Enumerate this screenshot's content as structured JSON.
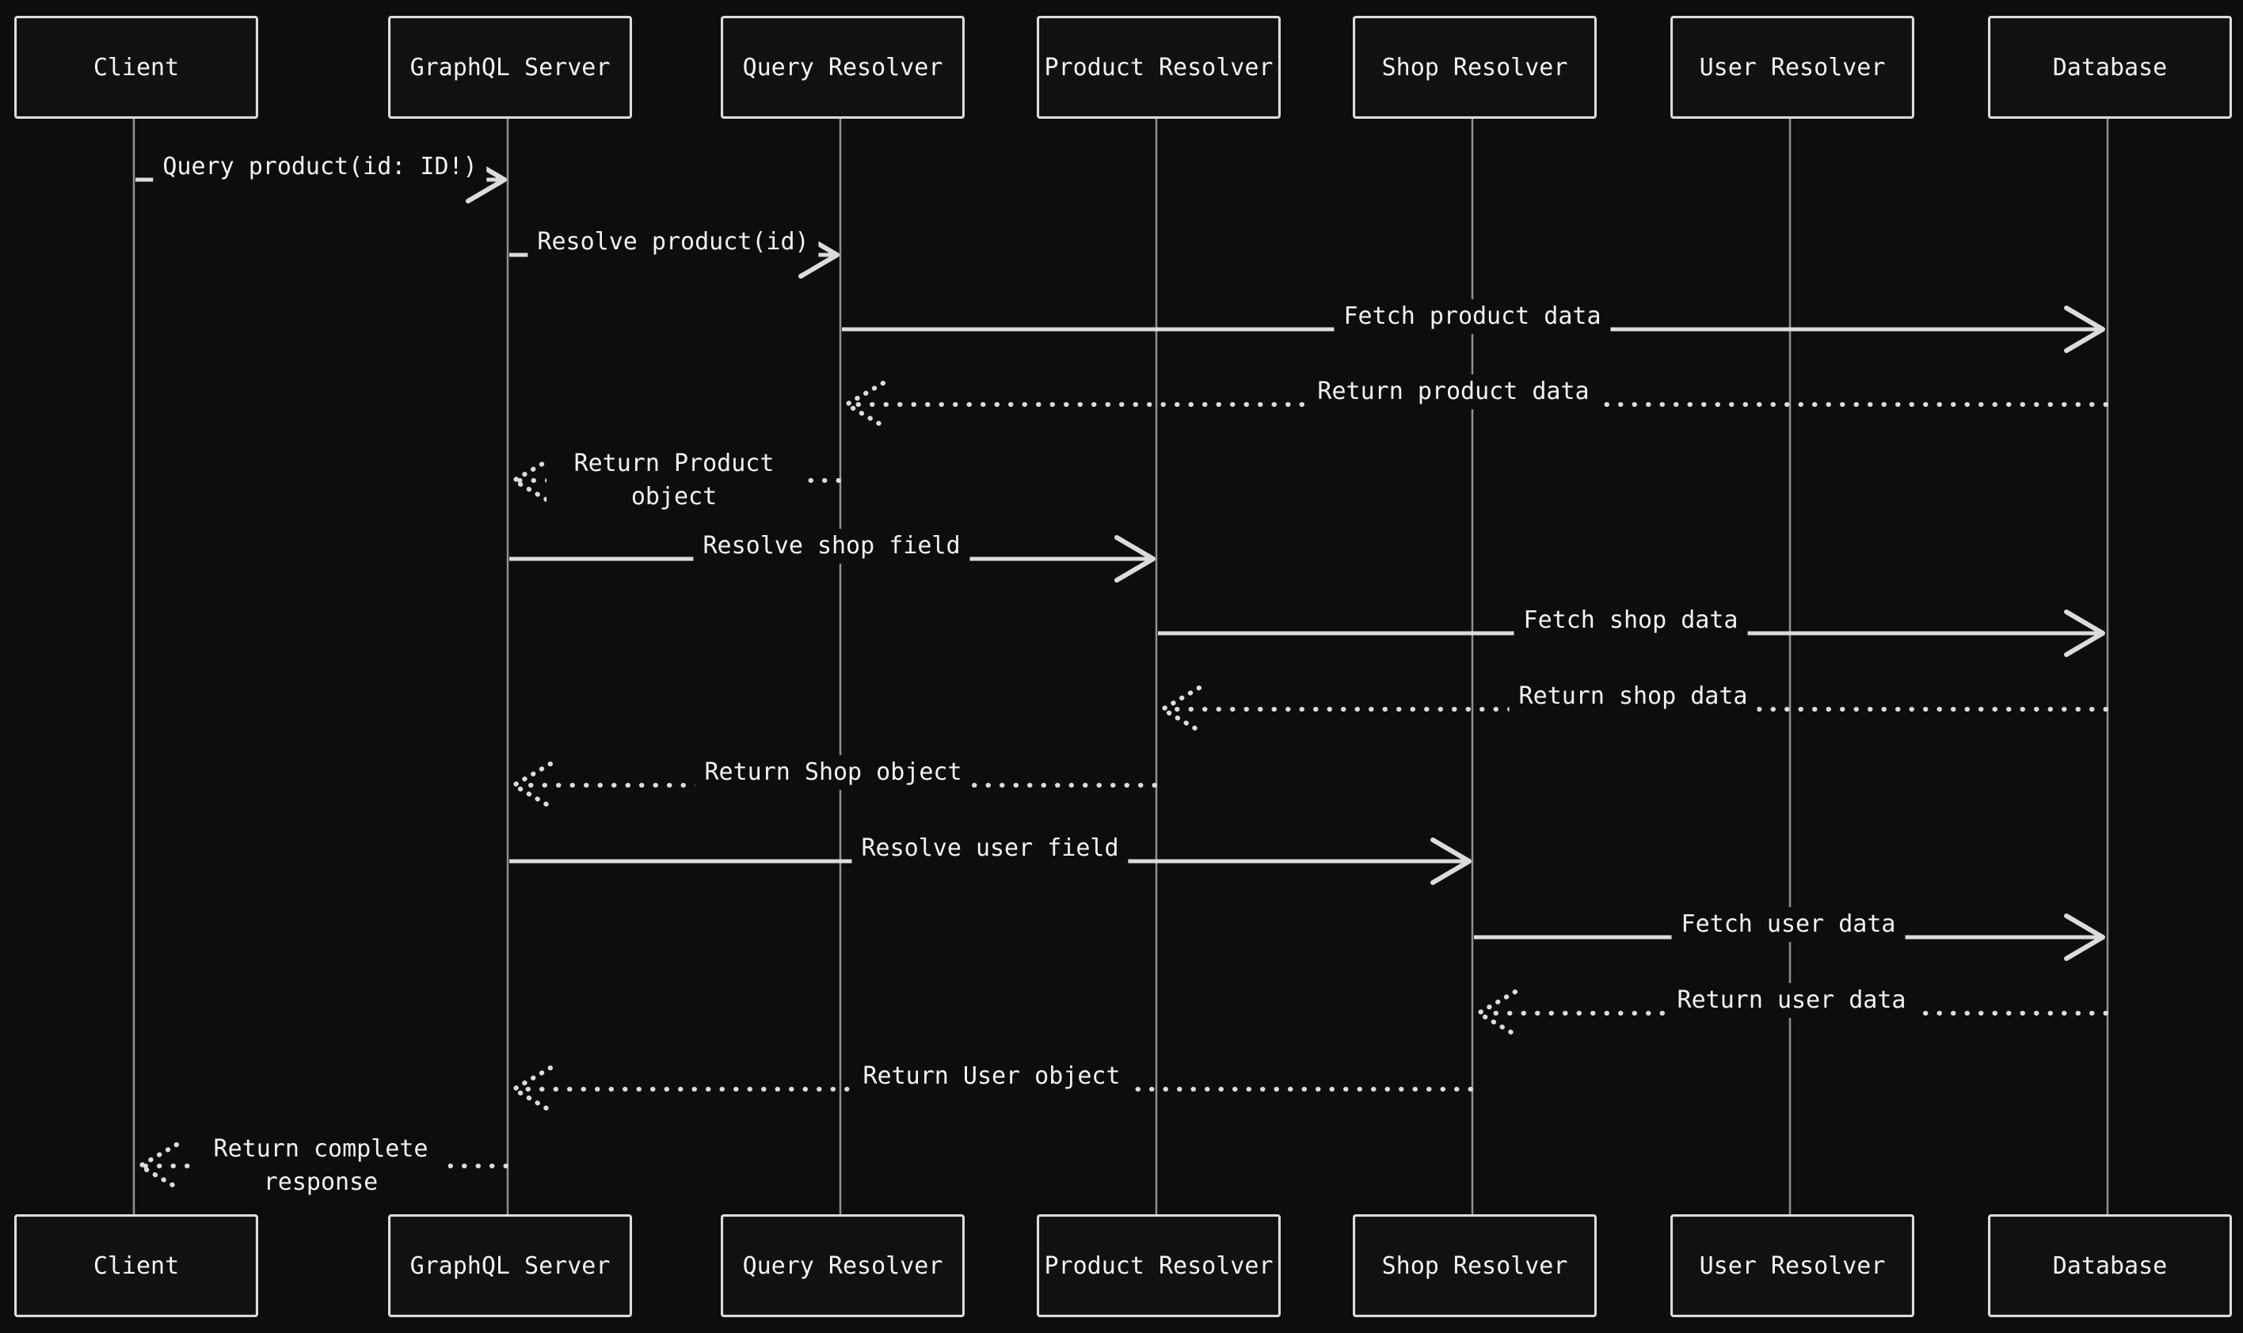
{
  "diagram": {
    "type": "sequence-diagram",
    "topic": "GraphQL query resolution flow",
    "colors": {
      "background": "#0d0d0d",
      "box_fill": "#111111",
      "stroke": "#dcdcdc",
      "text": "#f2f2f2",
      "lifeline": "#8f8f8f"
    },
    "participants": [
      {
        "id": "client",
        "label": "Client"
      },
      {
        "id": "graphql-server",
        "label": "GraphQL Server"
      },
      {
        "id": "query-resolver",
        "label": "Query Resolver"
      },
      {
        "id": "product-resolver",
        "label": "Product Resolver"
      },
      {
        "id": "shop-resolver",
        "label": "Shop Resolver"
      },
      {
        "id": "user-resolver",
        "label": "User Resolver"
      },
      {
        "id": "database",
        "label": "Database"
      }
    ],
    "messages": [
      {
        "from": "Client",
        "to": "GraphQL Server",
        "label": "Query product(id: ID!)",
        "style": "solid"
      },
      {
        "from": "GraphQL Server",
        "to": "Query Resolver",
        "label": "Resolve product(id)",
        "style": "solid"
      },
      {
        "from": "Query Resolver",
        "to": "Database",
        "label": "Fetch product data",
        "style": "solid"
      },
      {
        "from": "Database",
        "to": "Query Resolver",
        "label": "Return product data",
        "style": "dotted"
      },
      {
        "from": "Query Resolver",
        "to": "GraphQL Server",
        "label": "Return Product object",
        "style": "dotted"
      },
      {
        "from": "GraphQL Server",
        "to": "Product Resolver",
        "label": "Resolve shop field",
        "style": "solid"
      },
      {
        "from": "Product Resolver",
        "to": "Database",
        "label": "Fetch shop data",
        "style": "solid"
      },
      {
        "from": "Database",
        "to": "Product Resolver",
        "label": "Return shop data",
        "style": "dotted"
      },
      {
        "from": "Product Resolver",
        "to": "GraphQL Server",
        "label": "Return Shop object",
        "style": "dotted"
      },
      {
        "from": "GraphQL Server",
        "to": "Shop Resolver",
        "label": "Resolve user field",
        "style": "solid"
      },
      {
        "from": "Shop Resolver",
        "to": "Database",
        "label": "Fetch user data",
        "style": "solid"
      },
      {
        "from": "Database",
        "to": "Shop Resolver",
        "label": "Return user data",
        "style": "dotted"
      },
      {
        "from": "Shop Resolver",
        "to": "GraphQL Server",
        "label": "Return User object",
        "style": "dotted"
      },
      {
        "from": "GraphQL Server",
        "to": "Client",
        "label": "Return complete response",
        "style": "dotted"
      }
    ]
  }
}
